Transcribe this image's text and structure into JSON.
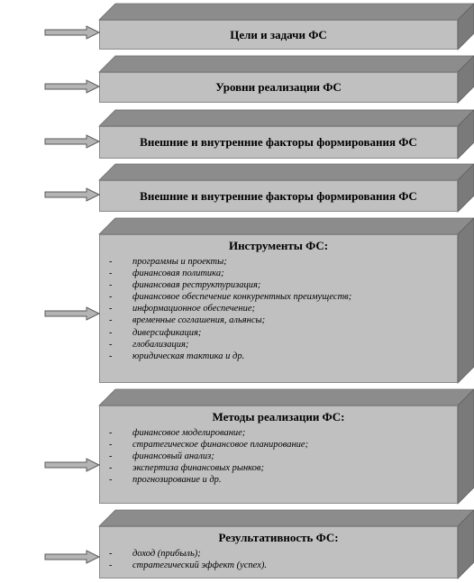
{
  "blocks": [
    {
      "title": "Цели и задачи ФС"
    },
    {
      "title": "Уровни реализации ФС"
    },
    {
      "title": "Внешние и внутренние факторы формирования ФС"
    },
    {
      "title": "Внешние и внутренние факторы формирования ФС"
    },
    {
      "title": "Инструменты ФС:",
      "items": [
        "программы и проекты;",
        "финансовая политика;",
        "финансовая реструктуризация;",
        "финансовое обеспечение конкурентных преимуществ;",
        "информационное обеспечение;",
        "временные соглашения, альянсы;",
        "диверсификация;",
        "глобализация;",
        "юридическая тактика и др."
      ]
    },
    {
      "title": "Методы реализации ФС:",
      "items": [
        "финансовое моделирование;",
        "стратегическое финансовое планирование;",
        "финансовый анализ;",
        "экспертиза финансовых рынков;",
        "прогнозирование и др."
      ]
    },
    {
      "title": "Результативность ФС:",
      "items": [
        "доход (прибыль);",
        "стратегический эффект (успех)."
      ]
    }
  ],
  "bullet": "-"
}
